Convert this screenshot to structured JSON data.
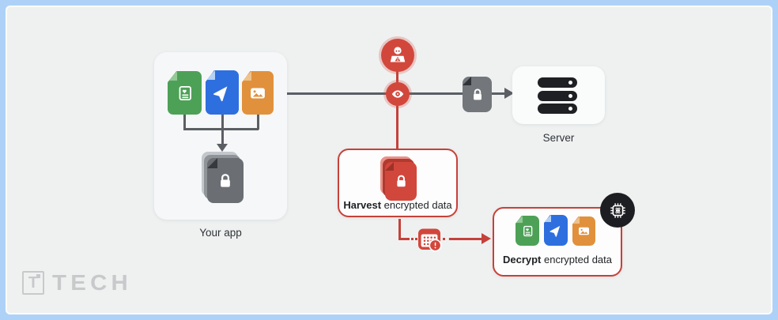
{
  "frame": {
    "border_color": "#aed2f7",
    "canvas_color": "#eff1f1"
  },
  "palette": {
    "accent_red": "#d2473c",
    "file_green": "#4da157",
    "file_blue": "#2e6fdf",
    "file_orange": "#e1913c",
    "line_gray": "#5b5f64",
    "server_black": "#1e2023",
    "watermark_gray": "#c7c9cb"
  },
  "nodes": {
    "your_app": {
      "label": "Your app"
    },
    "server": {
      "label": "Server"
    },
    "harvest": {
      "label_bold": "Harvest",
      "label_rest": " encrypted data"
    },
    "decrypt": {
      "label_bold": "Decrypt",
      "label_rest": " encrypted data"
    }
  },
  "icons": {
    "app_files": [
      "contact-file-icon",
      "navigation-file-icon",
      "photo-file-icon"
    ],
    "flow": [
      "hacker-icon",
      "interception-eye-icon",
      "encrypted-file-icon",
      "server-icon",
      "calendar-wait-icon",
      "quantum-chip-icon"
    ],
    "stacks": [
      "encrypted-file-stack-icon",
      "harvested-file-stack-icon"
    ]
  },
  "watermark": {
    "boxed_letter": "T",
    "text": "TECH"
  }
}
